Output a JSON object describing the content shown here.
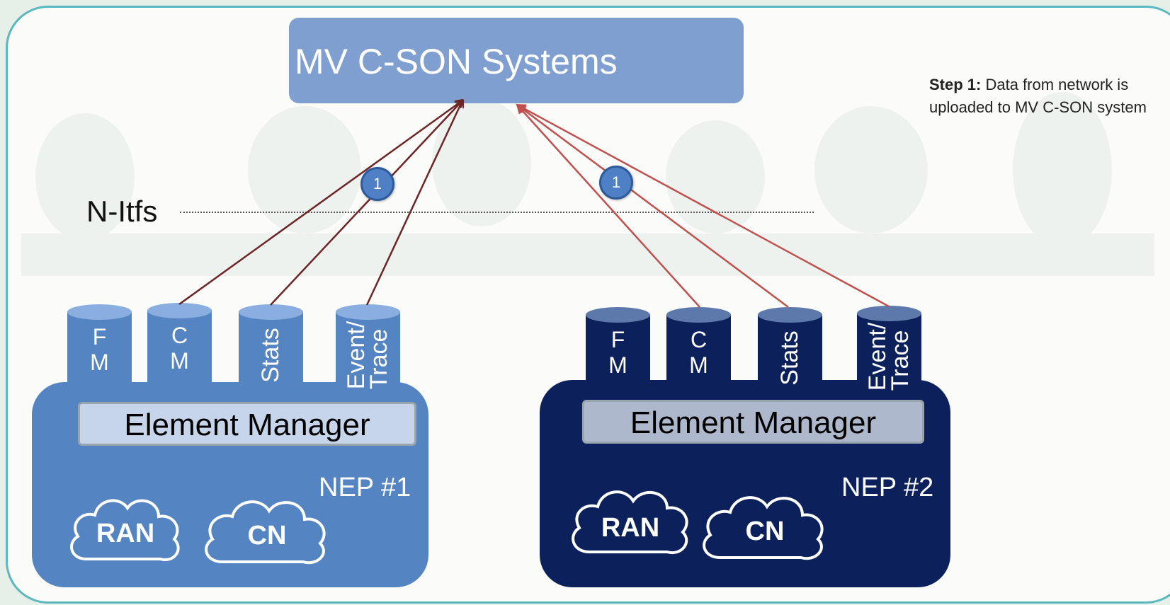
{
  "top_box": {
    "title": "MV C-SON Systems"
  },
  "step_note": {
    "label": "Step 1:",
    "text": " Data from network is uploaded to MV C-SON system"
  },
  "nitfs": {
    "label": "N-Itfs"
  },
  "badges": [
    "1",
    "1"
  ],
  "nep1": {
    "label": "NEP #1",
    "element_manager": "Element Manager",
    "cylinders": [
      "F\nM",
      "C\nM",
      "Stats",
      "Event/\nTrace"
    ],
    "clouds": [
      "RAN",
      "CN"
    ]
  },
  "nep2": {
    "label": "NEP #2",
    "element_manager": "Element Manager",
    "cylinders": [
      "F\nM",
      "C\nM",
      "Stats",
      "Event/\nTrace"
    ],
    "clouds": [
      "RAN",
      "CN"
    ]
  },
  "colors": {
    "nep1_fill": "#5484c1",
    "nep2_fill": "#0c215b",
    "top_box_fill": "#7f9fd0",
    "arrow_nep1": "#6e2424",
    "arrow_nep2": "#c0504d",
    "frame": "#5ab8bf"
  }
}
